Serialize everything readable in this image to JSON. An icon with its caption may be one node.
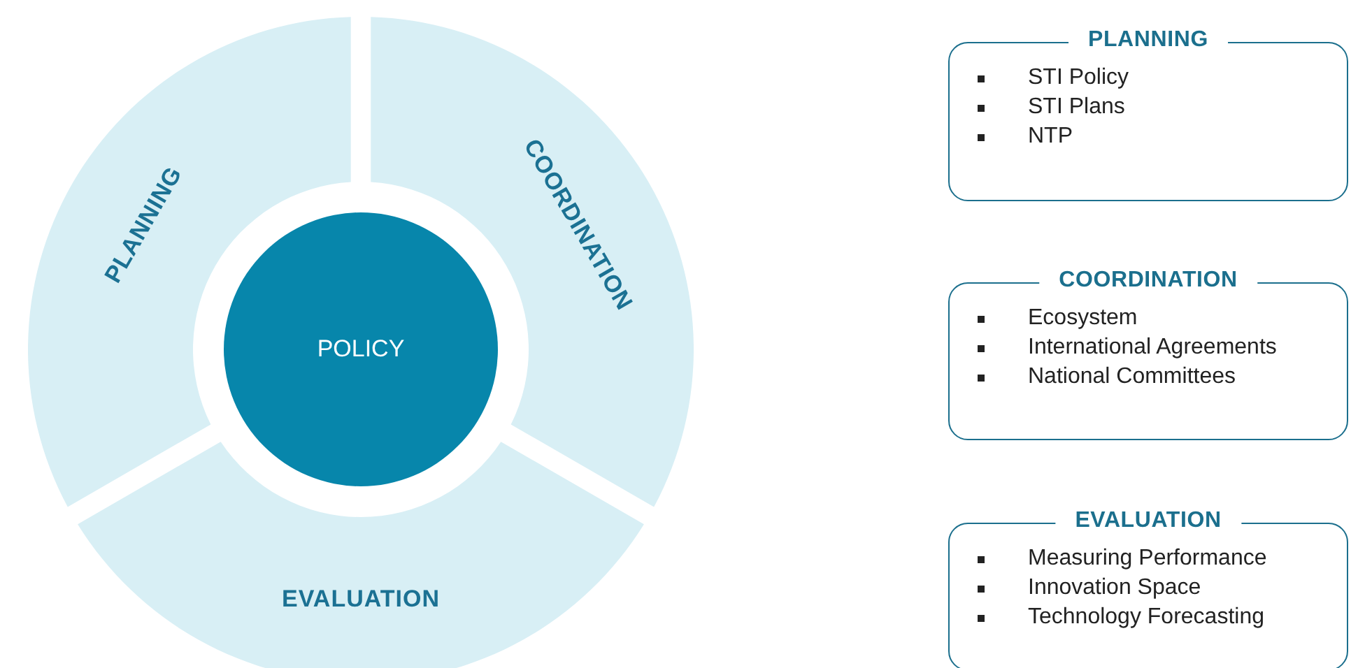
{
  "diagram": {
    "nodes": [
      {
        "text": [
          "PLANNING"
        ]
      },
      {
        "text": [
          "COORDINATION"
        ]
      },
      {
        "text": [
          "EVALUATION"
        ]
      },
      {
        "text": [
          "POLICY"
        ]
      },
      {
        "text": [
          "PLANNING",
          "STI Policy",
          "STI Plans",
          "NTP"
        ]
      },
      {
        "text": [
          "COORDINATION",
          "Ecosystem",
          "International Agreements",
          "National Committees"
        ]
      },
      {
        "text": [
          "EVALUATION",
          "Measuring Performance",
          "Innovation Space",
          "Technology Forecasting"
        ]
      }
    ]
  }
}
